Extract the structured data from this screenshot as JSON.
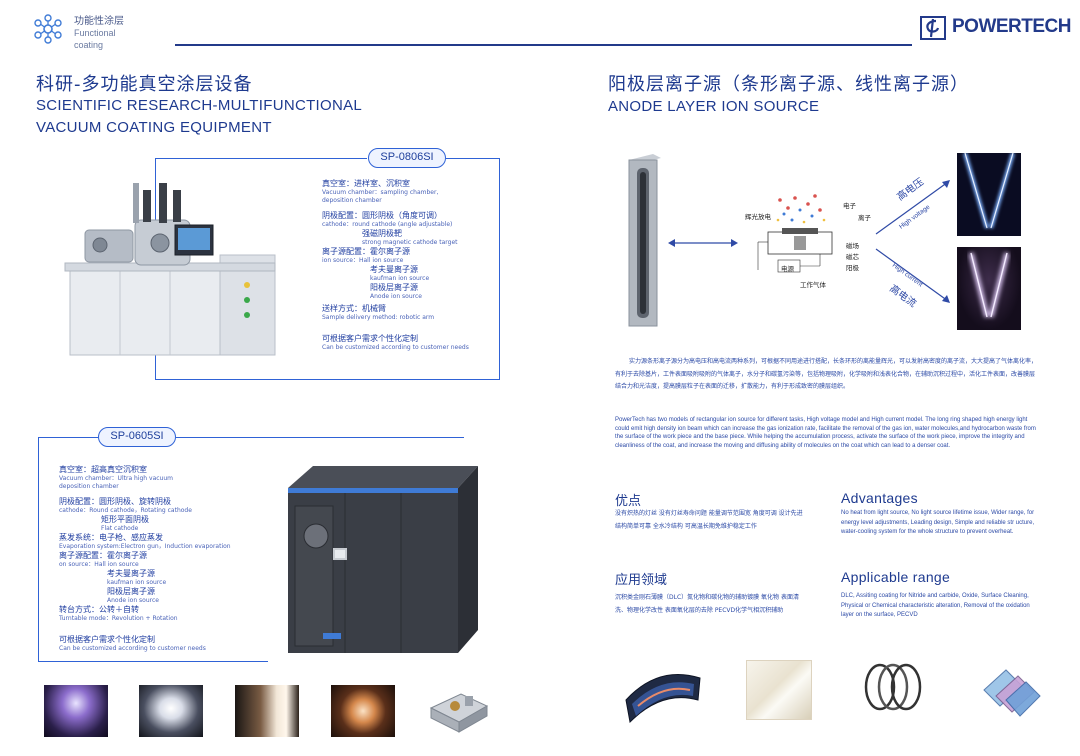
{
  "header": {
    "brand_ch": "功能性涂层",
    "brand_en_1": "Functional",
    "brand_en_2": "coating",
    "logo_text": "POWERTECH"
  },
  "left": {
    "title_ch": "科研-多功能真空涂层设备",
    "title_en_1": "SCIENTIFIC RESEARCH-MULTIFUNCTIONAL",
    "title_en_2": "VACUUM COATING EQUIPMENT",
    "model1": {
      "label": "SP-0806SI",
      "vacuum_ch": "真空室：进样室、沉积室",
      "vacuum_en_1": "Vacuum chamber：sampling chamber,",
      "vacuum_en_2": "deposition chamber",
      "cathode_ch": "阴极配置：圆形阴极（角度可调）",
      "cathode_en": "cathode：round cathode (angle adjustable)",
      "cathode2_ch": "强磁阴极靶",
      "cathode2_en": "strong magnetic cathode target",
      "ion_ch": "离子源配置：霍尔离子源",
      "ion_en": "ion source：Hall ion source",
      "ion2_ch": "考夫曼离子源",
      "ion2_en": "kaufman ion source",
      "ion3_ch": "阳极层离子源",
      "ion3_en": "Anode ion source",
      "delivery_ch": "送样方式：机械臂",
      "delivery_en": "Sample delivery method: robotic arm",
      "custom_ch": "可根据客户需求个性化定制",
      "custom_en": "Can be customized according to customer needs"
    },
    "model2": {
      "label": "SP-0605SI",
      "vacuum_ch": "真空室：超高真空沉积室",
      "vacuum_en_1": "Vacuum chamber：Ultra high vacuum",
      "vacuum_en_2": "deposition chamber",
      "cathode_ch": "阴极配置：圆形阴极、旋转阴极",
      "cathode_en": "cathode：Round cathode，Rotating cathode",
      "cathode2_ch": "矩形平面阴极",
      "cathode2_en": "Flat cathode",
      "evap_ch": "蒸发系统：电子枪、感应蒸发",
      "evap_en": "Evaporation system:Electron gun，Induction evaporation",
      "ion_ch": "离子源配置：霍尔离子源",
      "ion_en": "on source：Hall ion source",
      "ion2_ch": "考夫曼离子源",
      "ion2_en": "kaufman ion source",
      "ion3_ch": "阳极层离子源",
      "ion3_en": "Anode ion source",
      "turntable_ch": "转台方式：公转＋自转",
      "turntable_en": "Turntable mode：Revolution + Rotation",
      "custom_ch": "可根据客户需求个性化定制",
      "custom_en": "Can be customized according to customer needs"
    }
  },
  "right": {
    "title_ch": "阳极层离子源（条形离子源、线性离子源）",
    "title_en": "ANODE LAYER ION SOURCE",
    "diagram": {
      "electron": "电子",
      "ion": "离子",
      "glow": "辉光放电",
      "magfield": "磁场",
      "magcore": "磁芯",
      "anode": "阳极",
      "power": "电源",
      "gas": "工作气体",
      "high_voltage_ch": "高电压",
      "high_voltage_en": "High voltage",
      "high_current_en": "High current",
      "high_current_ch": "高电流"
    },
    "desc_ch": "实力源条形离子源分为高电压和高电流两种系列，可根据不同用途进行搭配，长条环形的离能量辉光，可以发射高密度的离子流，大大提高了气体离化率，有利于去除基片，工件表面吸附吸附的气体离子，水分子和碳氢污染等，包括物理吸附，化学吸附和浅表化合物，在辅助沉积过程中，活化工件表面，改善膜层结合力和光洁度，提高膜层粒子在表面的迁移，扩散能力，有利于形成致密的膜层组织。",
    "desc_en": "PowerTech has two models of rectangular ion source for different tasks, High voltage model and High current model. The long ring shaped high energy light could emit high density ion beam which can increase the gas ionization rate, facilitate the removal of the gas ion, water molecules,and hydrocarbon waste from the surface of the work piece and the base piece. While helping the accumulation process, activate the surface of the work piece, improve the integrity and cleanliness of the coat, and increase the moving and diffusing ability of molecules on the coat which can lead to a denser coat.",
    "adv_title_ch": "优点",
    "adv_ch": "没有炽热的灯丝  没有灯丝寿命问题  能量调节范围宽  角度可调  设计先进  结构简单可靠  全水冷结构  可高温长期免维护稳定工作",
    "adv_title_en": "Advantages",
    "adv_en": "No heat from light source, No light source lifetime issue, Wider range, for energy level adjustments, Leading design, Simple and reliable str ucture,  water-cooling system for the whole structure to prevent overheat.",
    "app_title_ch": "应用领域",
    "app_ch": "沉积类金刚石薄膜（DLC）氮化物和碳化物的辅助镀膜  氧化物  表面清洗、物理化学改性  表面氧化层的去除  PECVD化学气相沉积辅助",
    "app_title_en": "Applicable range",
    "app_en": "DLC, Assiting coating for Nitride and carbide, Oxide, Surface Cleaning, Physical or Chemical characteristic alteration, Removal of the oxidation layer on the surface, PECVD"
  }
}
